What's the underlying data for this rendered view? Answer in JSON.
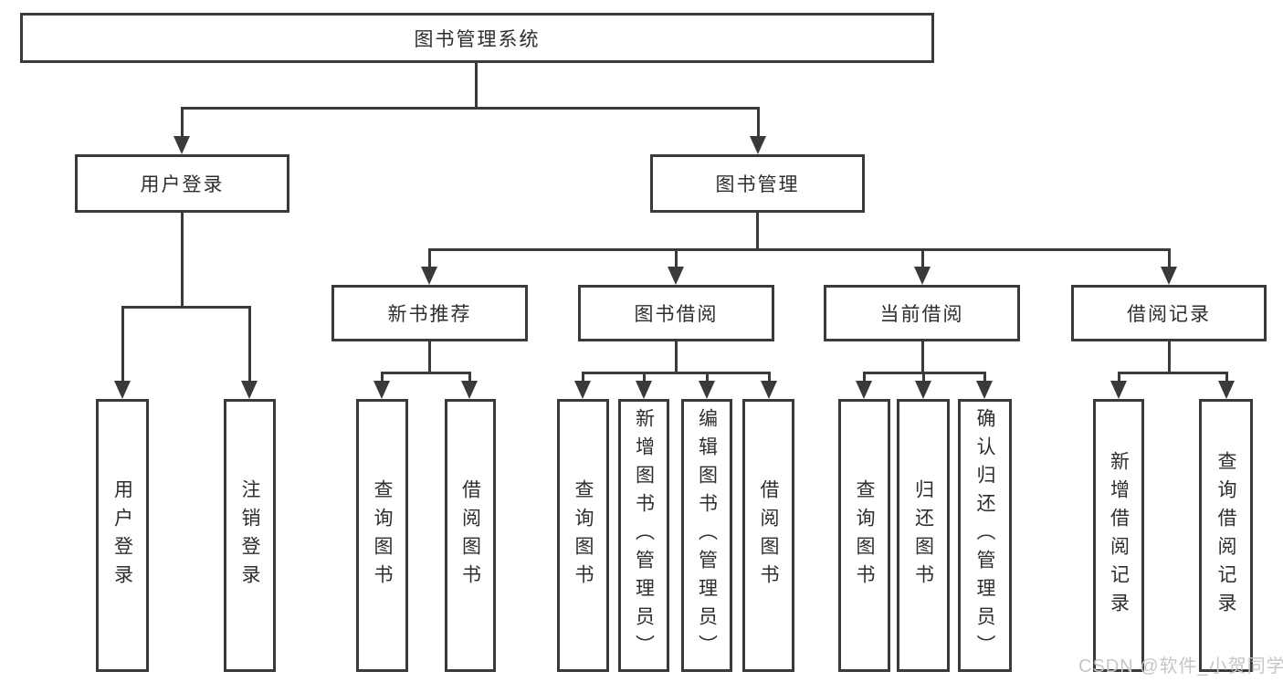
{
  "diagram": {
    "nodes": {
      "root": "图书管理系统",
      "user_login": "用户登录",
      "book_mgmt": "图书管理",
      "ul_login": "用户登录",
      "ul_logout": "注销登录",
      "new_book": "新书推荐",
      "nb_query": "查询图书",
      "nb_borrow": "借阅图书",
      "borrow": "图书借阅",
      "b_query": "查询图书",
      "b_add": "新增图书（管理员）",
      "b_edit": "编辑图书（管理员）",
      "b_borrow": "借阅图书",
      "current": "当前借阅",
      "c_query": "查询图书",
      "c_return": "归还图书",
      "c_confirm": "确认归还（管理员）",
      "record": "借阅记录",
      "r_add": "新增借阅记录",
      "r_query": "查询借阅记录"
    },
    "hierarchy": {
      "图书管理系统": {
        "用户登录": [
          "用户登录",
          "注销登录"
        ],
        "图书管理": {
          "新书推荐": [
            "查询图书",
            "借阅图书"
          ],
          "图书借阅": [
            "查询图书",
            "新增图书（管理员）",
            "编辑图书（管理员）",
            "借阅图书"
          ],
          "当前借阅": [
            "查询图书",
            "归还图书",
            "确认归还（管理员）"
          ],
          "借阅记录": [
            "新增借阅记录",
            "查询借阅记录"
          ]
        }
      }
    }
  },
  "watermark": {
    "text": "CSDN @软件_小贺同学",
    "color": "#c6c6c6"
  },
  "colors": {
    "line": "#3a3a3a",
    "text": "#2e2e2e",
    "background": "#ffffff"
  }
}
